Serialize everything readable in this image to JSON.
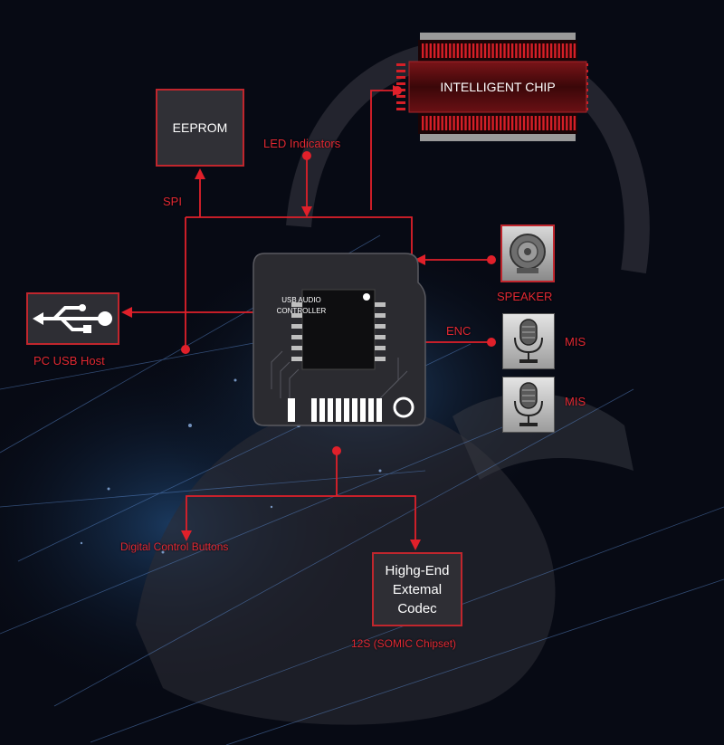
{
  "diagram": {
    "eeprom": "EEPROM",
    "intelligent_chip": "INTELLIGENT CHIP",
    "led_indicators": "LED Indicators",
    "spi": "SPI",
    "pc_usb_host": "PC USB Host",
    "usb_audio_controller": "USB AUDIO\nCONTROLLER",
    "speaker": "SPEAKER",
    "enc": "ENC",
    "mic_1": "MIS",
    "mic_2": "MIS",
    "digital_control_buttons": "Digital Control Buttons",
    "codec": "Highg-End\nExtemal\nCodec",
    "chipset": "12S (SOMIC Chipset)"
  },
  "colors": {
    "accent": "#e02832",
    "line": "#e0202a",
    "box": "#303036",
    "background": "#070a14"
  },
  "icons": {
    "usb": "usb-icon",
    "speaker": "speaker-icon",
    "mic": "microphone-icon"
  }
}
